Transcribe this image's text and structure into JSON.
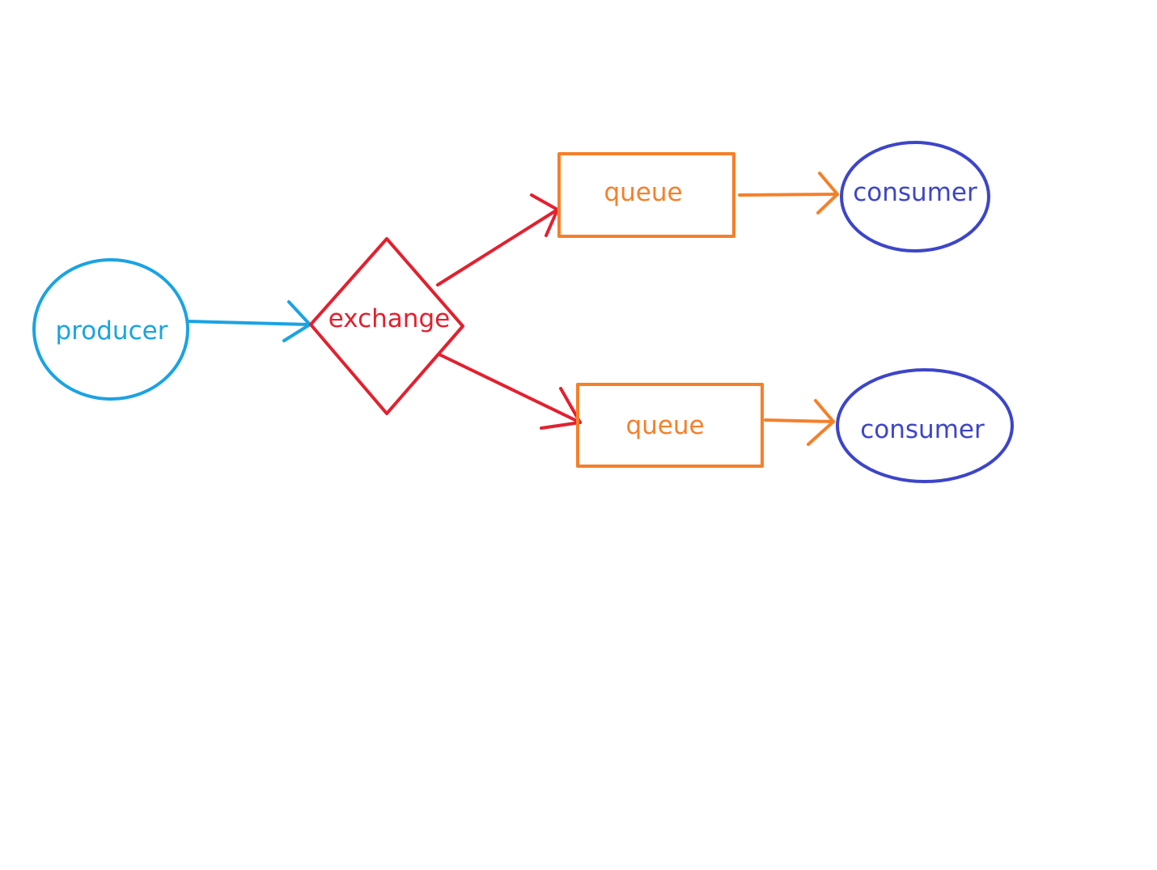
{
  "diagram": {
    "nodes": {
      "producer": {
        "label": "producer",
        "shape": "ellipse"
      },
      "exchange": {
        "label": "exchange",
        "shape": "diamond"
      },
      "queue_top": {
        "label": "queue",
        "shape": "rectangle"
      },
      "queue_bottom": {
        "label": "queue",
        "shape": "rectangle"
      },
      "consumer_top": {
        "label": "consumer",
        "shape": "ellipse"
      },
      "consumer_bottom": {
        "label": "consumer",
        "shape": "ellipse"
      }
    },
    "edges": [
      {
        "from": "producer",
        "to": "exchange"
      },
      {
        "from": "exchange",
        "to": "queue_top"
      },
      {
        "from": "exchange",
        "to": "queue_bottom"
      },
      {
        "from": "queue_top",
        "to": "consumer_top"
      },
      {
        "from": "queue_bottom",
        "to": "consumer_bottom"
      }
    ],
    "colors": {
      "producer": "#1aa3e3",
      "exchange": "#e3202e",
      "queue": "#f5802a",
      "consumer": "#3d45c9"
    }
  }
}
